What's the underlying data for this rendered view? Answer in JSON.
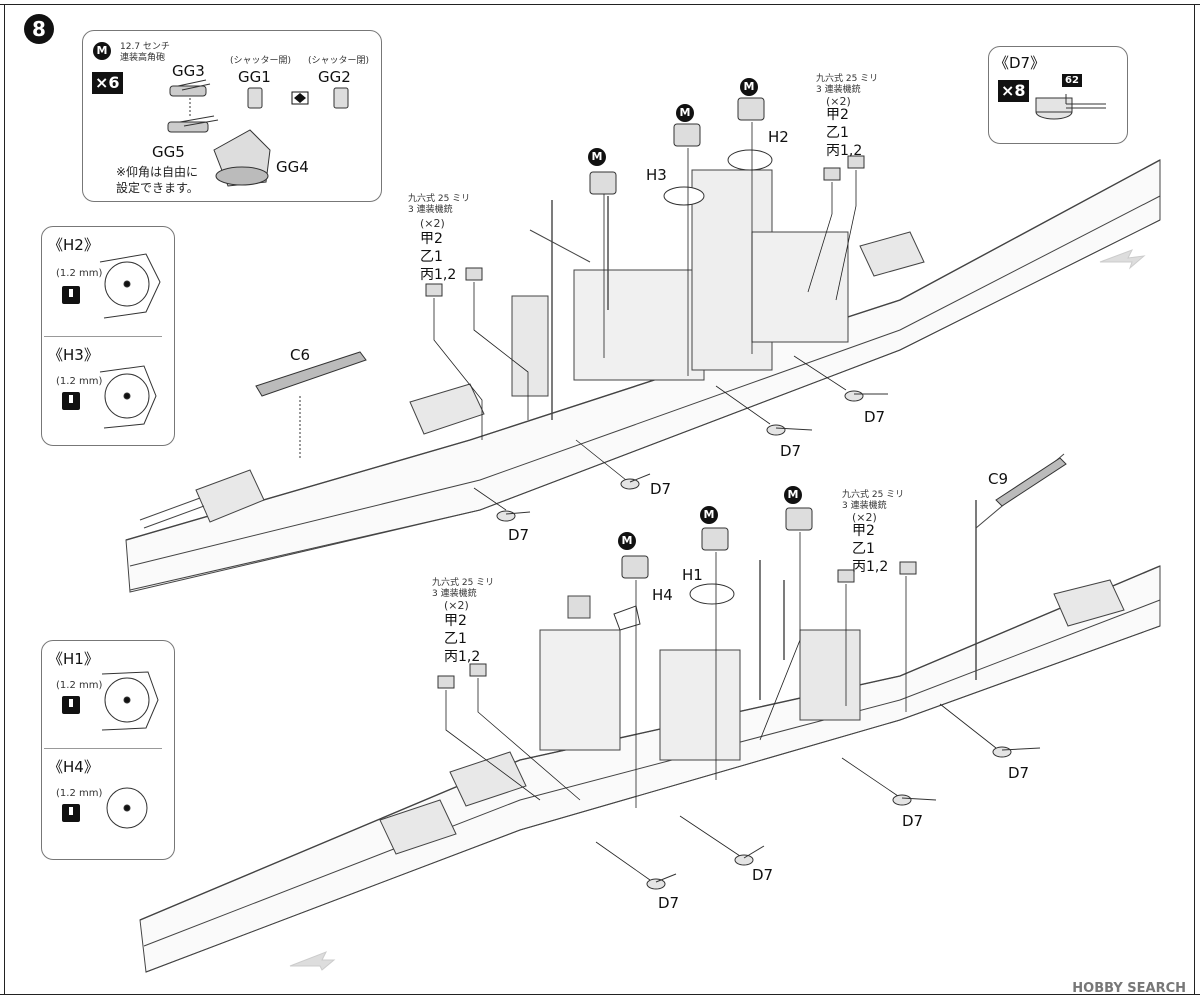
{
  "step_number": "8",
  "gun_box": {
    "mark": "M",
    "gun_name": "12.7 センチ\n連装高角砲",
    "quantity": "×6",
    "parts": [
      "GG3",
      "GG1",
      "GG2",
      "GG5",
      "GG4"
    ],
    "shutter_open": "(シャッター開)",
    "shutter_closed": "(シャッター閉)",
    "note": "※仰角は自由に\n設定できます。"
  },
  "d7_box": {
    "title": "《D7》",
    "quantity": "×8",
    "paint_code": "62"
  },
  "insets": [
    {
      "title": "《H2》",
      "hole": "(1.2 mm)"
    },
    {
      "title": "《H3》",
      "hole": "(1.2 mm)"
    },
    {
      "title": "《H1》",
      "hole": "(1.2 mm)"
    },
    {
      "title": "《H4》",
      "hole": "(1.2 mm)"
    }
  ],
  "aa_gun": {
    "name": "九六式 25 ミリ\n3 連装機銃",
    "multiplier": "(×2)",
    "variants": "甲2\n乙1\n丙1,2"
  },
  "ship_top_labels": {
    "c6": "C6",
    "h2": "H2",
    "h3": "H3",
    "m": "M",
    "d7": "D7"
  },
  "ship_bottom_labels": {
    "c9": "C9",
    "h1": "H1",
    "h4": "H4",
    "m": "M",
    "d7": "D7"
  },
  "watermark": "HOBBY SEARCH"
}
